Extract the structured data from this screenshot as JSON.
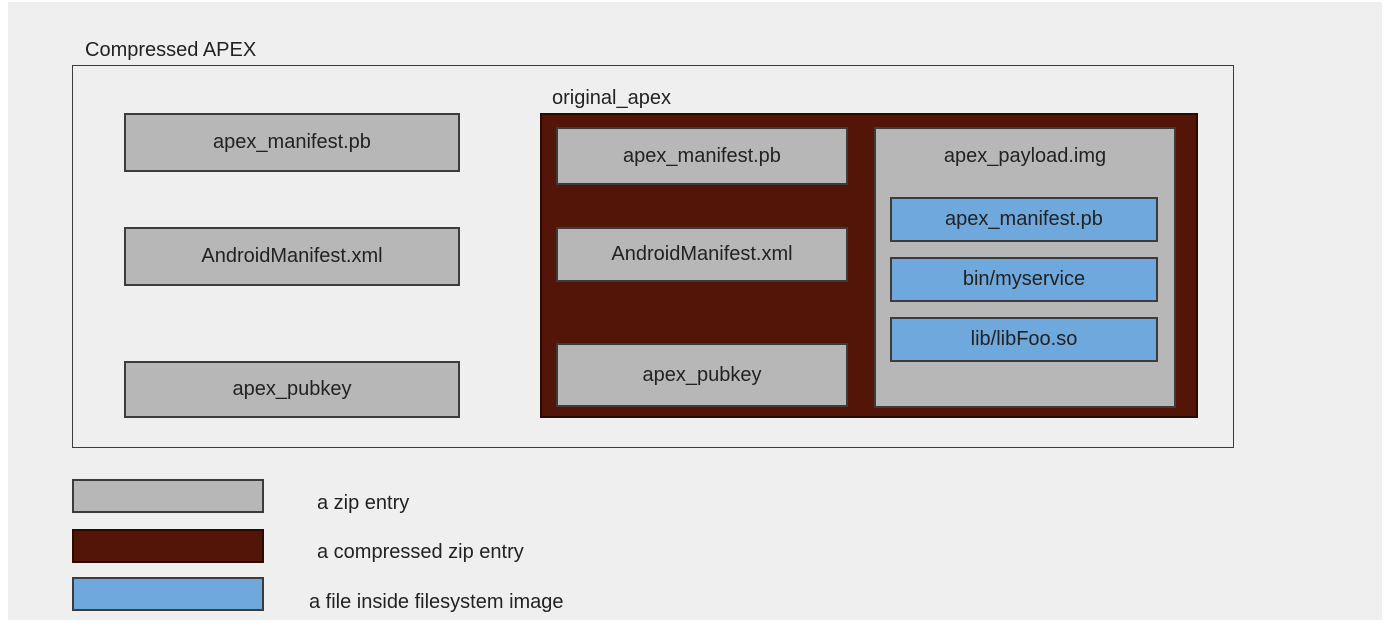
{
  "outer": {
    "title": "Compressed APEX",
    "entries": [
      "apex_manifest.pb",
      "AndroidManifest.xml",
      "apex_pubkey"
    ]
  },
  "original_apex": {
    "title": "original_apex",
    "entries": [
      "apex_manifest.pb",
      "AndroidManifest.xml",
      "apex_pubkey"
    ],
    "payload": {
      "title": "apex_payload.img",
      "files": [
        "apex_manifest.pb",
        "bin/myservice",
        "lib/libFoo.so"
      ]
    }
  },
  "legend": [
    {
      "label": "a zip entry",
      "color": "#b7b7b7"
    },
    {
      "label": "a compressed zip entry",
      "color": "#521507"
    },
    {
      "label": "a file inside filesystem image",
      "color": "#6fa8dc"
    }
  ]
}
